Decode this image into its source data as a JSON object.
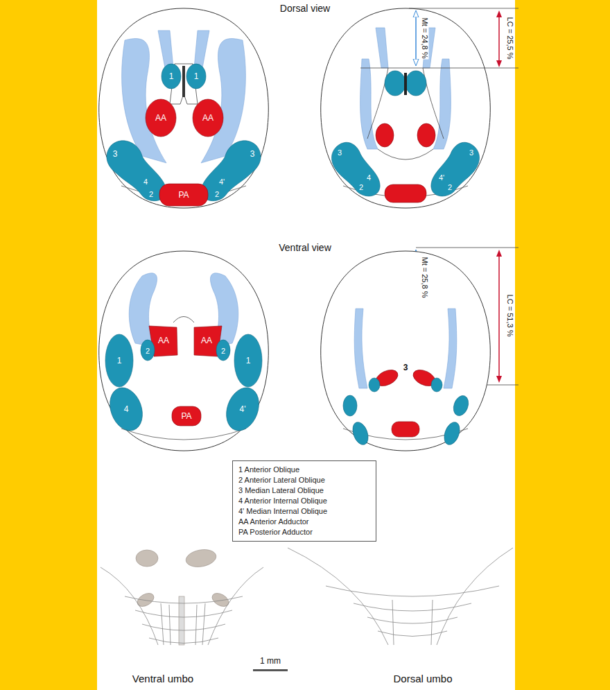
{
  "diagram": {
    "labels": [
      "Dorsal view",
      "Mt = 24,8 %",
      "LC = 25,5 %",
      "1",
      "1",
      "AA",
      "AA",
      "3",
      "3",
      "4",
      "2",
      "PA",
      "4'",
      "2",
      "3",
      "3",
      "2",
      "4",
      "4'",
      "2",
      "Ventral view",
      "Mt = 25,8 %",
      "LC = 51,3 %",
      "AA",
      "AA",
      "1",
      "2",
      "2",
      "1",
      "4",
      "PA",
      "4'",
      "3",
      "1 mm",
      "Ventral umbo",
      "Dorsal umbo"
    ],
    "legend": [
      {
        "text": "1 Anterior Oblique"
      },
      {
        "text": "2 Anterior Lateral Oblique"
      },
      {
        "text": "3 Median Lateral Oblique"
      },
      {
        "text": "4 Anterior Internal Oblique"
      },
      {
        "text": "4' Median Internal Oblique"
      },
      {
        "text": "AA Anterior Adductor"
      },
      {
        "text": "PA Posterior Adductor"
      }
    ]
  }
}
